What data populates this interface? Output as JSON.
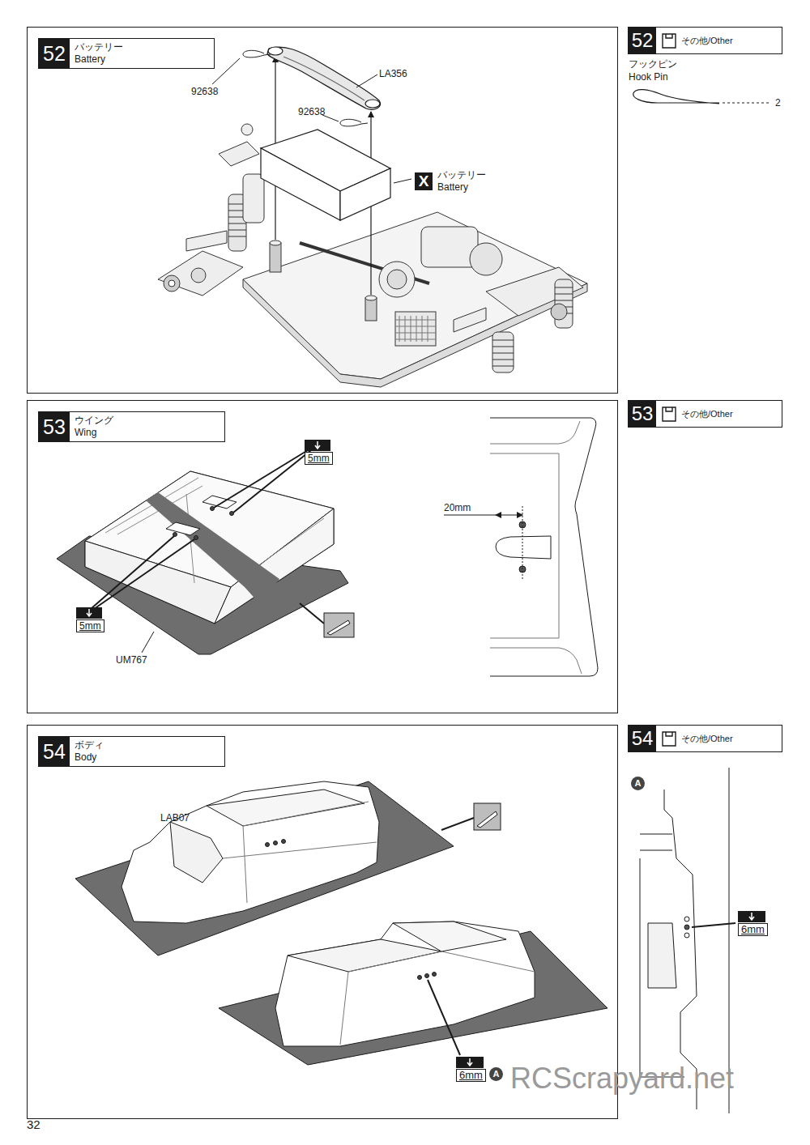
{
  "diagram": {
    "nodes": [
      {
        "text": [
          "52",
          "バッテリー",
          "Battery"
        ]
      },
      {
        "text": [
          "52",
          "その他/Other"
        ]
      },
      {
        "text": [
          "X",
          "バッテリー",
          "Battery"
        ]
      },
      {
        "text": [
          "53",
          "ウイング",
          "Wing"
        ]
      },
      {
        "text": [
          "53",
          "その他/Other"
        ]
      },
      {
        "text": [
          "54",
          "ボディ",
          "Body"
        ]
      },
      {
        "text": [
          "54",
          "その他/Other"
        ]
      }
    ],
    "labels": [
      "フックピン",
      "Hook Pin",
      "2",
      "92638",
      "LA356",
      "92638",
      "5mm",
      "5mm",
      "UM767",
      "20mm",
      "LAB07",
      "6mm",
      "A",
      "A",
      "6mm",
      "32",
      "RCScrapyard.net"
    ]
  }
}
